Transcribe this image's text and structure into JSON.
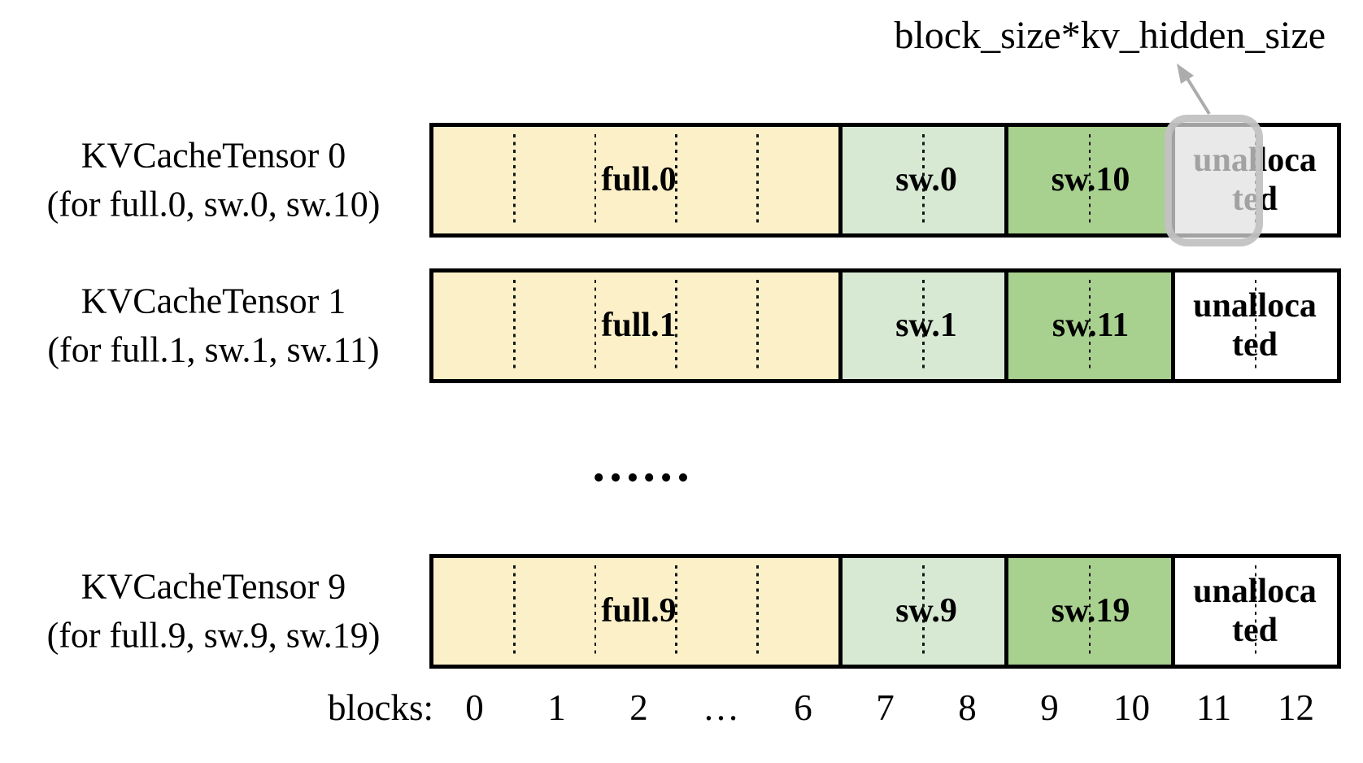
{
  "annotation": {
    "label": "block_size*kv_hidden_size"
  },
  "rows": [
    {
      "title": "KVCacheTensor 0",
      "subtitle": "(for full.0, sw.0, sw.10)",
      "highlighted": true,
      "segments": [
        {
          "label": "full.0",
          "type": "full",
          "blocks": 5
        },
        {
          "label": "sw.0",
          "type": "sw-light",
          "blocks": 2
        },
        {
          "label": "sw.10",
          "type": "sw-dark",
          "blocks": 2
        },
        {
          "label": "unallocated",
          "type": "unallocated",
          "blocks": 2
        }
      ]
    },
    {
      "title": "KVCacheTensor 1",
      "subtitle": "(for full.1, sw.1, sw.11)",
      "highlighted": false,
      "segments": [
        {
          "label": "full.1",
          "type": "full",
          "blocks": 5
        },
        {
          "label": "sw.1",
          "type": "sw-light",
          "blocks": 2
        },
        {
          "label": "sw.11",
          "type": "sw-dark",
          "blocks": 2
        },
        {
          "label": "unallocated",
          "type": "unallocated",
          "blocks": 2
        }
      ]
    },
    {
      "title": "KVCacheTensor 9",
      "subtitle": "(for full.9, sw.9, sw.19)",
      "highlighted": false,
      "segments": [
        {
          "label": "full.9",
          "type": "full",
          "blocks": 5
        },
        {
          "label": "sw.9",
          "type": "sw-light",
          "blocks": 2
        },
        {
          "label": "sw.19",
          "type": "sw-dark",
          "blocks": 2
        },
        {
          "label": "unallocated",
          "type": "unallocated",
          "blocks": 2
        }
      ]
    }
  ],
  "row_ellipsis": "……",
  "axis": {
    "label": "blocks:",
    "ticks": [
      "0",
      "1",
      "2",
      "…",
      "6",
      "7",
      "8",
      "9",
      "10",
      "11",
      "12"
    ]
  },
  "colors": {
    "full": "#FBF0C8",
    "sw_light": "#D7E9D3",
    "sw_dark": "#A8D08E",
    "unallocated": "#FFFFFF",
    "highlight_border": "rgba(191,191,191,0.85)",
    "highlight_fill": "rgba(224,224,224,0.72)",
    "arrow": "#ACACAC"
  }
}
